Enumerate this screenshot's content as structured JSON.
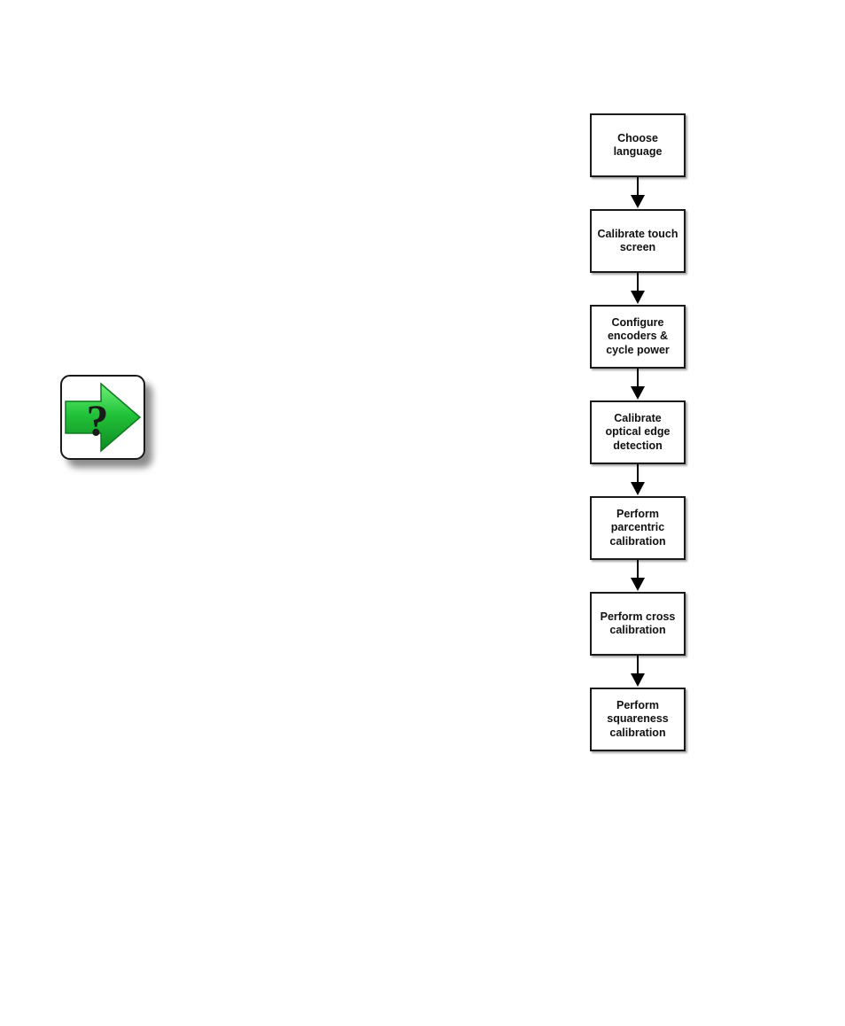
{
  "help_icon": {
    "icon": "question-arrow-icon",
    "symbol": "?",
    "colors": {
      "arrow": "#22c43a",
      "arrow_dark": "#0f8a22",
      "border": "#1a1a1a"
    }
  },
  "flowchart": {
    "steps": [
      {
        "label": "Choose\nlanguage"
      },
      {
        "label": "Calibrate touch\nscreen"
      },
      {
        "label": "Configure\nencoders &\ncycle power"
      },
      {
        "label": "Calibrate\noptical edge\ndetection"
      },
      {
        "label": "Perform\nparcentric\ncalibration"
      },
      {
        "label": "Perform cross\ncalibration"
      },
      {
        "label": "Perform\nsquareness\ncalibration"
      }
    ],
    "colors": {
      "box_border": "#1a1a1a",
      "arrow": "#000000",
      "text": "#111111"
    }
  }
}
